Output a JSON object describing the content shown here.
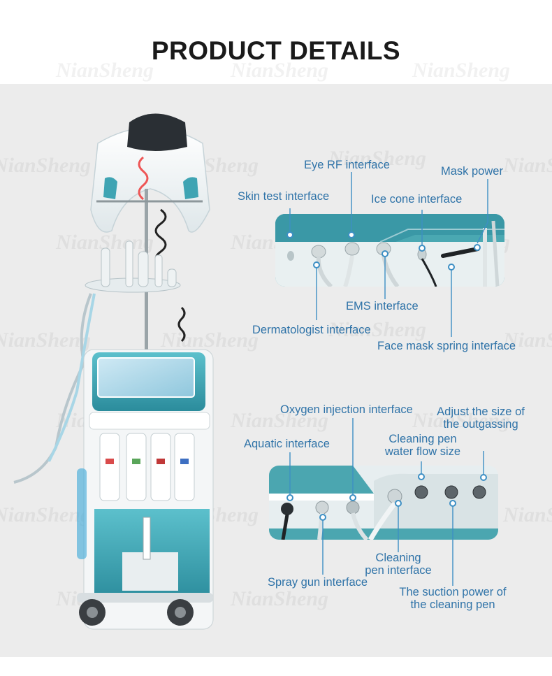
{
  "page": {
    "title": "PRODUCT DETAILS",
    "watermark": "NianSheng",
    "accent_color": "#3d8fc4",
    "label_color": "#2f73a8",
    "machine_color": "#3fa4b3"
  },
  "top_callouts": {
    "eye_rf": "Eye RF interface",
    "mask_power": "Mask power",
    "skin_test": "Skin test interface",
    "ice_cone": "Ice cone interface",
    "ems": "EMS interface",
    "dermatologist": "Dermatologist interface",
    "face_mask_spring": "Face mask spring interface"
  },
  "bottom_callouts": {
    "oxygen_injection": "Oxygen injection interface",
    "outgassing_line1": "Adjust the size of",
    "outgassing_line2": "the outgassing",
    "aquatic": "Aquatic interface",
    "water_flow_line1": "Cleaning pen",
    "water_flow_line2": "water flow size",
    "cleaning_pen_line1": "Cleaning",
    "cleaning_pen_line2": "pen interface",
    "spray_gun": "Spray gun interface",
    "suction_line1": "The suction power of",
    "suction_line2": "the cleaning pen"
  }
}
